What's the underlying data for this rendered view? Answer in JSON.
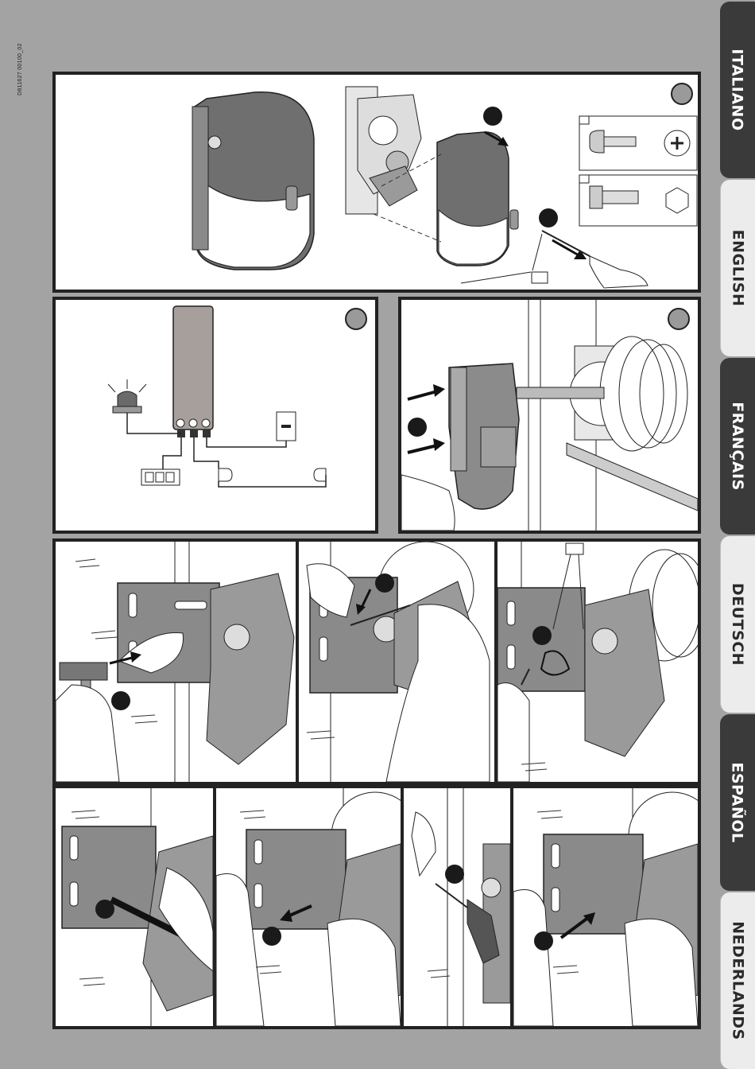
{
  "document": {
    "code": "D811627 00100_02"
  },
  "language_tabs": [
    {
      "label": "ITALIANO",
      "state": "active"
    },
    {
      "label": "ENGLISH",
      "state": "inactive"
    },
    {
      "label": "FRANÇAIS",
      "state": "active"
    },
    {
      "label": "DEUTSCH",
      "state": "inactive"
    },
    {
      "label": "ESPAÑOL",
      "state": "active"
    },
    {
      "label": "NEDERLANDS",
      "state": "inactive"
    }
  ],
  "colors": {
    "page_background": "#a3a3a3",
    "panel_border": "#222222",
    "motor_cover": "#6f6f6f",
    "tab_dark": "#3a3a3a",
    "tab_light": "#ececec"
  }
}
